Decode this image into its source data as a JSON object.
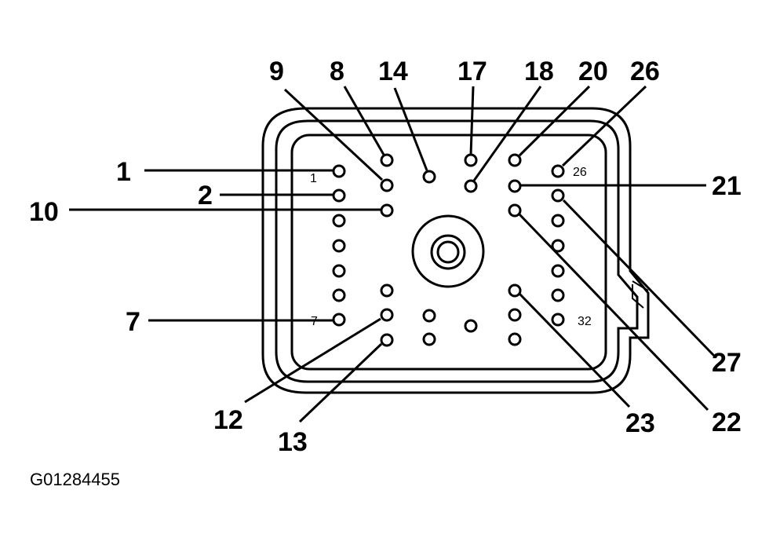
{
  "figure_id": "G01284455",
  "callouts": [
    {
      "key": "c9",
      "text": "9"
    },
    {
      "key": "c8",
      "text": "8"
    },
    {
      "key": "c14",
      "text": "14"
    },
    {
      "key": "c17",
      "text": "17"
    },
    {
      "key": "c18",
      "text": "18"
    },
    {
      "key": "c20",
      "text": "20"
    },
    {
      "key": "c26",
      "text": "26"
    },
    {
      "key": "c1",
      "text": "1"
    },
    {
      "key": "c2",
      "text": "2"
    },
    {
      "key": "c10",
      "text": "10"
    },
    {
      "key": "c21",
      "text": "21"
    },
    {
      "key": "c7",
      "text": "7"
    },
    {
      "key": "c27",
      "text": "27"
    },
    {
      "key": "c12",
      "text": "12"
    },
    {
      "key": "c23",
      "text": "23"
    },
    {
      "key": "c22",
      "text": "22"
    },
    {
      "key": "c13",
      "text": "13"
    }
  ],
  "body_labels": {
    "pin1": "1",
    "pin7": "7",
    "pin26": "26",
    "pin32": "32"
  }
}
